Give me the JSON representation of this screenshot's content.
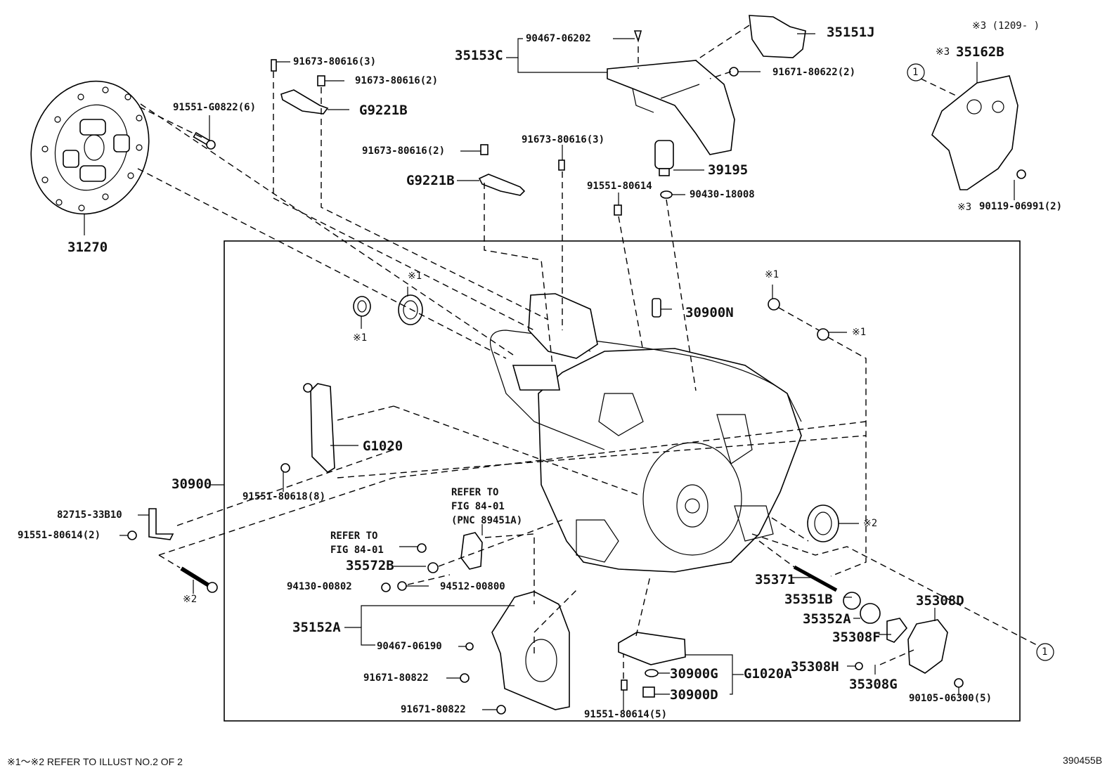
{
  "diagram": {
    "title_code": "390455B",
    "footnote": "※1～※2 REFER TO ILLUST NO.2 OF 2",
    "date_note": "※3 (1209-      )",
    "group_label": "30900",
    "parts": {
      "p31270": "31270",
      "p91551_G0822": "91551-G0822(6)",
      "p91673_80616_3_top": "91673-80616(3)",
      "p91673_80616_2_top": "91673-80616(2)",
      "pG9221B_top": "G9221B",
      "p91673_80616_2_mid": "91673-80616(2)",
      "pG9221B_mid": "G9221B",
      "p91673_80616_3_mid": "91673-80616(3)",
      "p35153C": "35153C",
      "p90467_06202": "90467-06202",
      "p35151J": "35151J",
      "p91671_80622": "91671-80622(2)",
      "p39195": "39195",
      "p91551_80614_top": "91551-80614",
      "p90430_18008": "90430-18008",
      "p35162B": "35162B",
      "p35162B_prefix": "※3",
      "p90119_06991": "90119-06991(2)",
      "p90119_prefix": "※3",
      "circle_ref": "1",
      "p30900N": "30900N",
      "seal_note_a": "※1",
      "seal_note_b": "※1",
      "seal_note_c": "※1",
      "seal_note_d": "※1",
      "seal_note_e": "※2",
      "bolt_note": "※2",
      "pG1020": "G1020",
      "p91551_80618": "91551-80618(8)",
      "p82715_33B10": "82715-33B10",
      "p91551_80614_2": "91551-80614(2)",
      "refer1_line1": "REFER TO",
      "refer1_line2": "FIG 84-01",
      "refer1_line3": "(PNC 89451A)",
      "refer2_line1": "REFER TO",
      "refer2_line2": "FIG 84-01",
      "p35572B": "35572B",
      "p94130_00802": "94130-00802",
      "p94512_00800": "94512-00800",
      "p35152A": "35152A",
      "p90467_06190": "90467-06190",
      "p91671_80822_a": "91671-80822",
      "p91671_80822_b": "91671-80822",
      "p30900G": "30900G",
      "p30900D": "30900D",
      "pG1020A": "G1020A",
      "p91551_80614_5": "91551-80614(5)",
      "p35371": "35371",
      "p35351B": "35351B",
      "p35352A": "35352A",
      "p35308F": "35308F",
      "p35308D": "35308D",
      "p35308H": "35308H",
      "p35308G": "35308G",
      "p90105_06300": "90105-06300(5)"
    }
  }
}
